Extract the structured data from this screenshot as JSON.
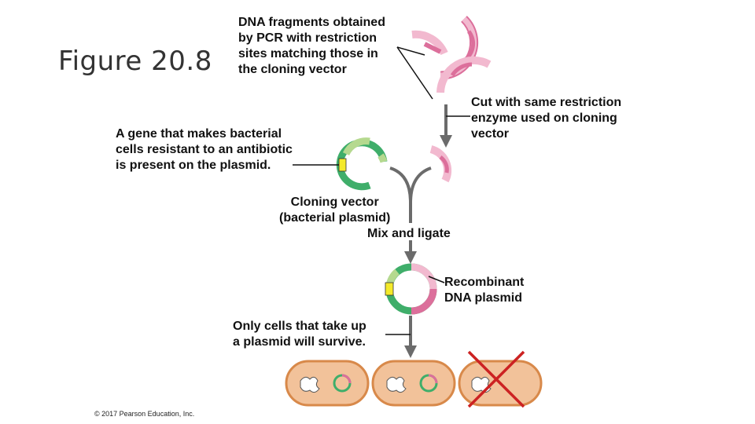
{
  "title": "Figure 20.8",
  "labels": {
    "dna_fragments": [
      "DNA fragments obtained",
      "by PCR with restriction",
      "sites matching those in",
      "the cloning vector"
    ],
    "cut": [
      "Cut with same restriction",
      "enzyme used on cloning",
      "vector"
    ],
    "resistance_gene": [
      "A gene that makes bacterial",
      "cells resistant to an antibiotic",
      "is present on the plasmid."
    ],
    "cloning_vector": [
      "Cloning vector",
      "(bacterial plasmid)"
    ],
    "mix_ligate": "Mix and ligate",
    "recombinant": [
      "Recombinant",
      "DNA plasmid"
    ],
    "survive": [
      "Only cells that take up",
      "a plasmid will survive."
    ]
  },
  "copyright": "© 2017 Pearson Education, Inc.",
  "colors": {
    "pink_light": "#f2b9cf",
    "pink_dark": "#dc6f9b",
    "green_light": "#b5d98f",
    "green_dark": "#3fae6a",
    "antibiotic_gene": "#f4ea2a",
    "arrow": "#6b6b6b",
    "cell_fill": "#f2c29a",
    "cell_border": "#d8894a",
    "cross": "#cc2222"
  }
}
